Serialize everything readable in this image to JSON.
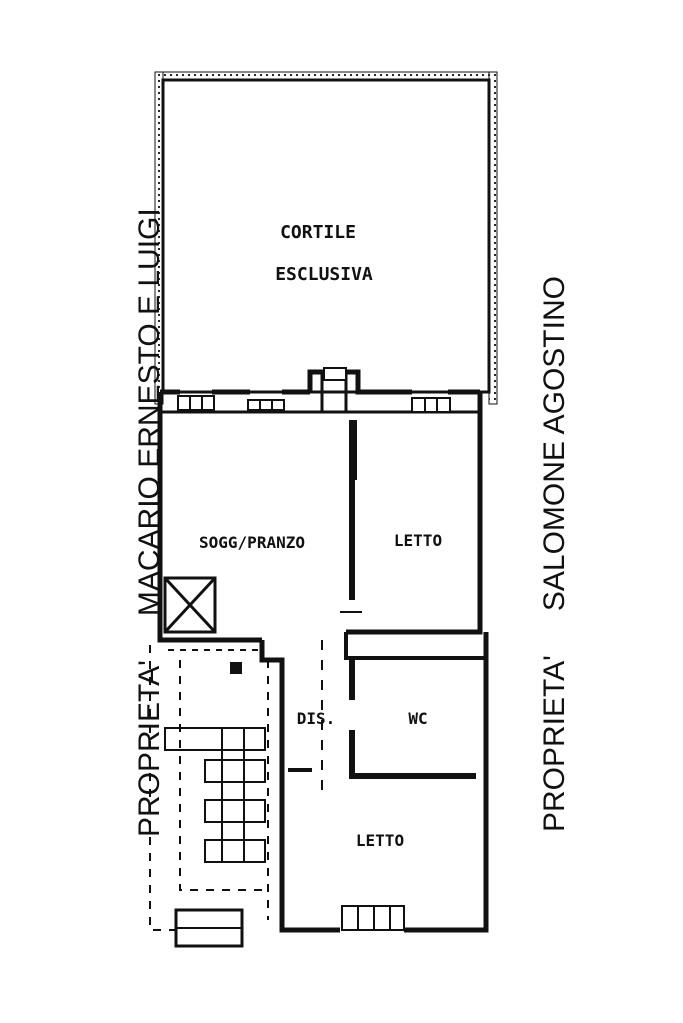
{
  "rooms": {
    "cortile_line1": "CORTILE",
    "cortile_line2": "ESCLUSIVA",
    "soggiorno": "SOGG/PRANZO",
    "letto_1": "LETTO",
    "dis": "DIS.",
    "wc": "WC",
    "letto_2": "LETTO"
  },
  "neighbors": {
    "left_prefix": "PROPRIETA'",
    "left_name": "MACARIO ERNESTO E LUIGI",
    "right_prefix": "PROPRIETA'",
    "right_name": "SALOMONE AGOSTINO"
  },
  "colors": {
    "ink": "#111111",
    "paper": "#ffffff"
  }
}
